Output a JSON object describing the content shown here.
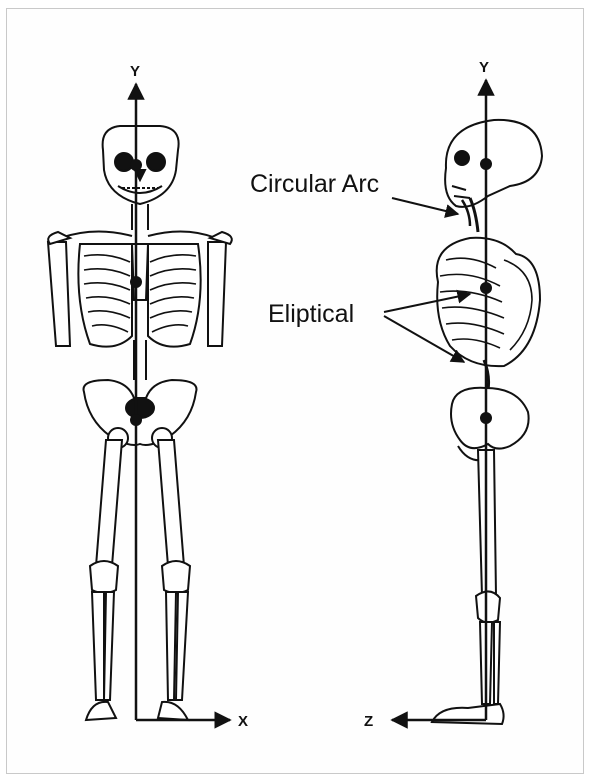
{
  "labels": {
    "front_y_axis": "Y",
    "front_x_axis": "X",
    "side_y_axis": "Y",
    "side_z_axis": "Z",
    "circular_arc": "Circular Arc",
    "eliptical": "Eliptical"
  },
  "colors": {
    "ink": "#111111",
    "background": "#ffffff",
    "frame": "#c9c9c9"
  }
}
